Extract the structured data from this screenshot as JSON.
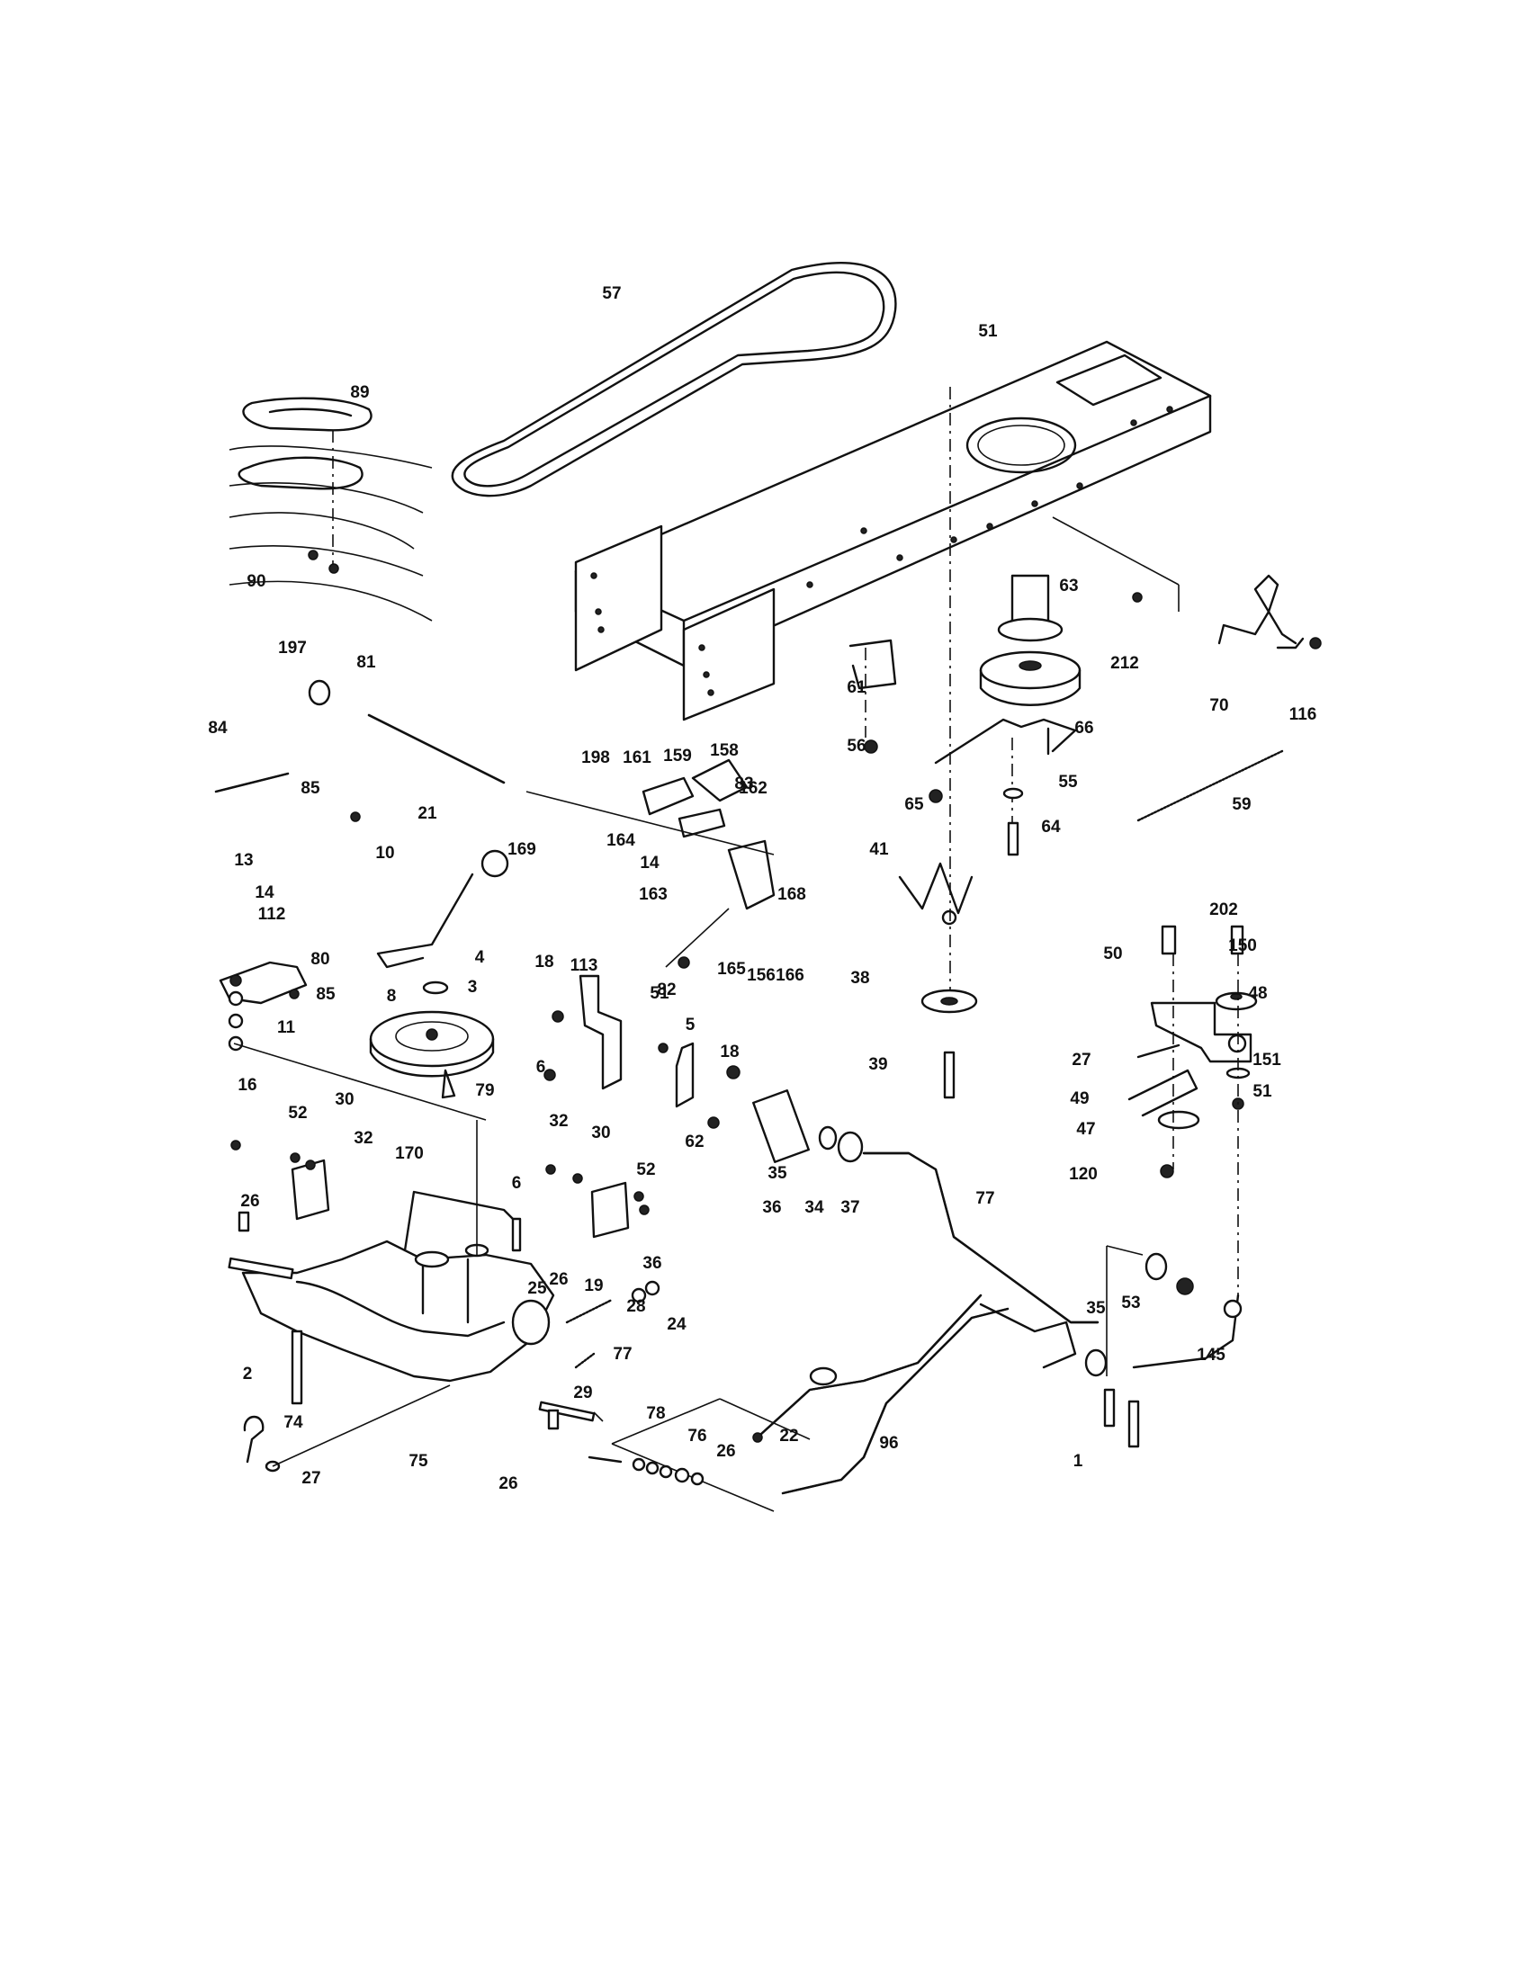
{
  "diagram": {
    "callouts": [
      "57",
      "51",
      "89",
      "90",
      "63",
      "212",
      "70",
      "116",
      "197",
      "81",
      "84",
      "198",
      "161",
      "159",
      "158",
      "162",
      "66",
      "59",
      "61",
      "56",
      "65",
      "55",
      "85",
      "21",
      "169",
      "164",
      "14",
      "83",
      "163",
      "64",
      "41",
      "10",
      "13",
      "14",
      "112",
      "80",
      "85",
      "8",
      "4",
      "18",
      "113",
      "82",
      "168",
      "165",
      "156",
      "166",
      "51",
      "38",
      "50",
      "202",
      "150",
      "48",
      "3",
      "11",
      "6",
      "5",
      "18",
      "39",
      "27",
      "151",
      "51",
      "49",
      "47",
      "120",
      "79",
      "16",
      "52",
      "30",
      "32",
      "170",
      "32",
      "30",
      "52",
      "6",
      "62",
      "35",
      "36",
      "34",
      "37",
      "77",
      "26",
      "25",
      "26",
      "19",
      "24",
      "28",
      "36",
      "35",
      "53",
      "145",
      "2",
      "77",
      "29",
      "22",
      "96",
      "74",
      "78",
      "76",
      "26",
      "27",
      "1",
      "75",
      "26"
    ]
  }
}
